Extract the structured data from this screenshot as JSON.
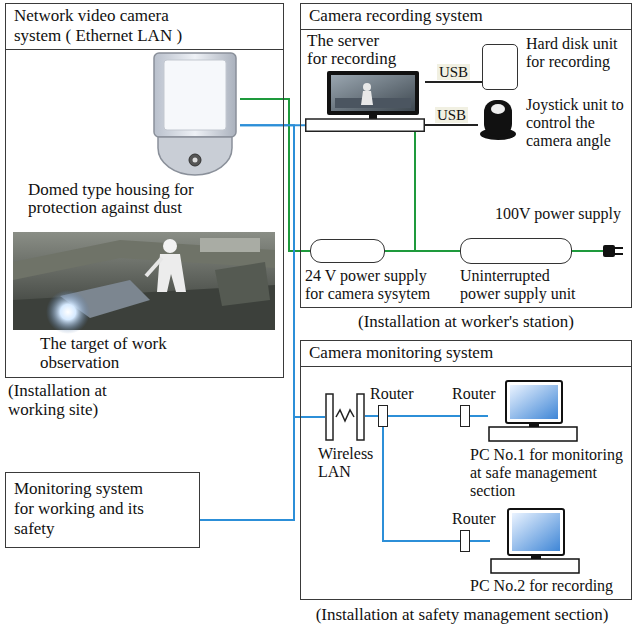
{
  "diagram": {
    "nodes": [
      {
        "text": [
          "Network video camera system ( Ethernet LAN )"
        ]
      },
      {
        "text": [
          "Domed type housing for protection against dust"
        ],
        "in": 0
      },
      {
        "text": [
          "Camera recording system"
        ]
      },
      {
        "text": [
          "The server for recording"
        ],
        "in": 2
      },
      {
        "text": [
          "Hard disk unit for recording"
        ],
        "in": 2
      },
      {
        "text": [
          "Joystick unit to control the camera angle"
        ],
        "in": 2
      },
      {
        "text": [
          "24 V power supply for camera sysytem"
        ],
        "in": 2
      },
      {
        "text": [
          "Uninterrupted power supply unit"
        ],
        "in": 2
      },
      {
        "text": [
          "Camera monitoring system"
        ]
      },
      {
        "text": [
          "Wireless LAN"
        ],
        "in": 8
      },
      {
        "text": [
          "Router"
        ],
        "in": 8
      },
      {
        "text": [
          "Router"
        ],
        "in": 8
      },
      {
        "text": [
          "PC No.1 for monitoring at safe management section"
        ],
        "in": 8
      },
      {
        "text": [
          "Router"
        ],
        "in": 8
      },
      {
        "text": [
          "PC No.2 for recording"
        ],
        "in": 8
      },
      {
        "text": [
          "Monitoring system for working and its safety"
        ]
      }
    ],
    "edges": [
      {
        "from": 1,
        "to": 3,
        "arrow": "none"
      },
      {
        "from": 1,
        "to": 6,
        "arrow": "none"
      },
      {
        "from": 3,
        "to": 4,
        "arrow": "none",
        "label": "USB"
      },
      {
        "from": 3,
        "to": 5,
        "arrow": "none",
        "label": "USB"
      },
      {
        "from": 3,
        "to": 7,
        "arrow": "none"
      },
      {
        "from": 6,
        "to": 7,
        "arrow": "none"
      },
      {
        "from": 1,
        "to": 9,
        "arrow": "none"
      },
      {
        "from": 15,
        "to": 9,
        "arrow": "none"
      },
      {
        "from": 9,
        "to": 10,
        "arrow": "none"
      },
      {
        "from": 10,
        "to": 11,
        "arrow": "none"
      },
      {
        "from": 11,
        "to": 12,
        "arrow": "none"
      },
      {
        "from": 10,
        "to": 13,
        "arrow": "none"
      },
      {
        "from": 13,
        "to": 14,
        "arrow": "none"
      }
    ],
    "labels": [
      "The target of work observation",
      "(Installation at working site)",
      "100V power supply",
      "(Installation at worker's station)",
      "(Installation at safety management section)"
    ]
  }
}
